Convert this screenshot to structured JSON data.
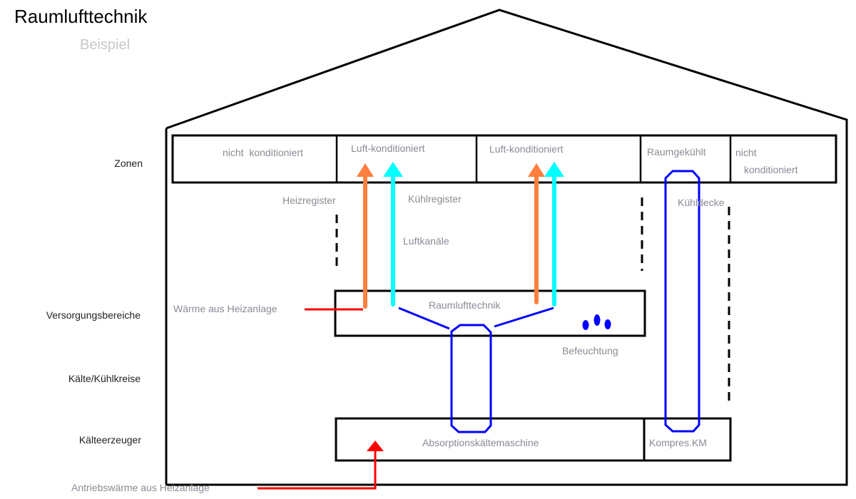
{
  "header": {
    "title": "Raumlufttechnik",
    "subtitle": "Beispiel"
  },
  "row_labels": {
    "zonen": "Zonen",
    "versorgung": "Versorgungsbereiche",
    "kaeltekreise": "Kälte/Kühlkreise",
    "kaelteerzeuger": "Kälteerzeuger"
  },
  "zones": [
    {
      "label": "nicht  konditioniert"
    },
    {
      "label": "Luft-konditioniert"
    },
    {
      "label": "Luft-konditioniert"
    },
    {
      "label": "Raumgekühlt"
    },
    {
      "label_line1": "nicht",
      "label_line2": "konditioniert"
    }
  ],
  "annotations": {
    "heizregister": "Heizregister",
    "kuehlregister": "Kühlregister",
    "luftkanaele": "Luftkanäle",
    "kuehldecke": "Kühldecke",
    "waerme_heizanlage": "Wärme aus Heizanlage",
    "befeuchtung": "Befeuchtung",
    "antriebswaerme": "Antriebswärme aus Heizanlage"
  },
  "boxes": {
    "raumlufttechnik": "Raumlufttechnik",
    "absorption": "Absorptionskältemaschine",
    "kompressions": "Kompres.KM"
  },
  "colors": {
    "heating": "#ff7f3f",
    "cooling_air": "#00ffff",
    "cooling_water": "#0000ff",
    "heat_supply": "#ff0000",
    "outline": "#000000",
    "label_gray": "#8a8a96"
  }
}
